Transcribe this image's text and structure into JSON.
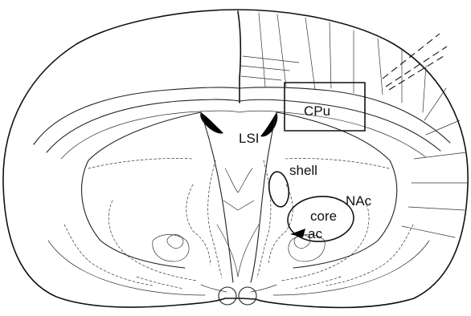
{
  "labels": {
    "cpu": "CPu",
    "lsi": "LSI",
    "shell": "shell",
    "nac": "NAc",
    "core": "core",
    "ac": "ac"
  }
}
